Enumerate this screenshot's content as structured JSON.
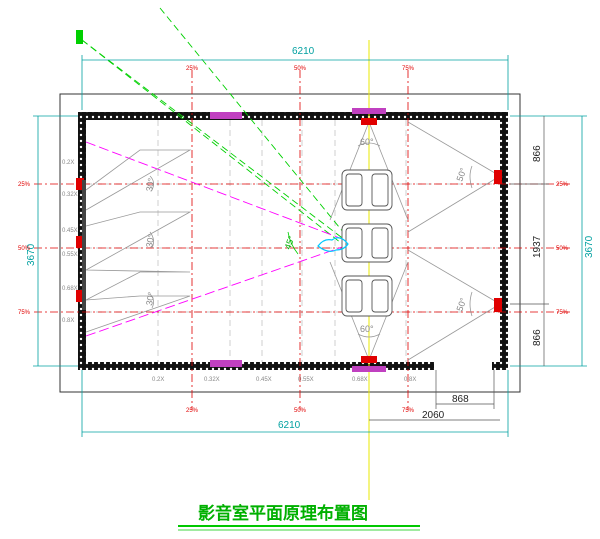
{
  "title": "影音室平面原理布置图",
  "dimensions": {
    "overall_width_top": "6210",
    "overall_width_bottom": "6210",
    "overall_height_left": "3670",
    "overall_height_right": "3670",
    "right_upper": "866",
    "right_middle": "1937",
    "right_lower": "866",
    "door_width": "868",
    "seat_offset": "2060"
  },
  "row_percent_labels": [
    "25%",
    "50%",
    "75%"
  ],
  "column_percent_labels": [
    "25%",
    "50%",
    "75%"
  ],
  "bottom_ratio_labels": [
    "0.2X",
    "0.32X",
    "0.45X",
    "0.55X",
    "0.68X",
    "0.8X"
  ],
  "left_ratio_labels": [
    "0.2X",
    "0.32X",
    "0.45X",
    "0.55X",
    "0.68X",
    "0.8X"
  ],
  "angles": {
    "front_top": "60°",
    "front_bottom": "60°",
    "right_top": "50°",
    "right_bottom": "50°",
    "left_top": "30°",
    "left_middle": "30°",
    "left_bottom": "30°",
    "seat_view": "45°"
  },
  "colors": {
    "wall": "#111111",
    "dimension": "#00a0a0",
    "speaker": "#e00000",
    "subwoofer": "#c040c0",
    "sightline": "#ff00ff",
    "projection": "#00d000",
    "axis": "#e8e800",
    "guide": "#999999",
    "title_underline": "#00c800"
  }
}
